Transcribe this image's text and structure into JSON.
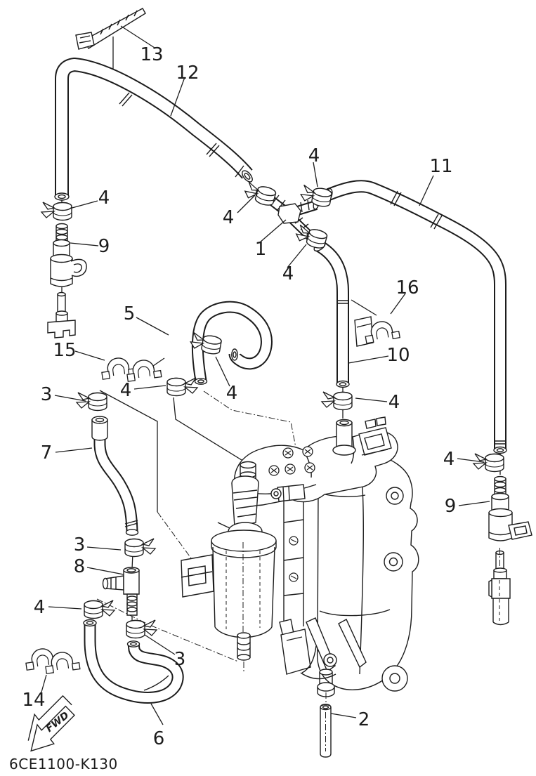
{
  "diagram": {
    "drawing_code": "6CE1100-K130",
    "orientation_label": "FWD",
    "colors": {
      "ink": "#1c1c1c",
      "background": "#ffffff"
    }
  },
  "callouts": [
    {
      "text": "13"
    },
    {
      "text": "12"
    },
    {
      "text": "4"
    },
    {
      "text": "11"
    },
    {
      "text": "4"
    },
    {
      "text": "4"
    },
    {
      "text": "9"
    },
    {
      "text": "1"
    },
    {
      "text": "4"
    },
    {
      "text": "16"
    },
    {
      "text": "5"
    },
    {
      "text": "15"
    },
    {
      "text": "10"
    },
    {
      "text": "4"
    },
    {
      "text": "4"
    },
    {
      "text": "3"
    },
    {
      "text": "4"
    },
    {
      "text": "7"
    },
    {
      "text": "4"
    },
    {
      "text": "9"
    },
    {
      "text": "3"
    },
    {
      "text": "8"
    },
    {
      "text": "4"
    },
    {
      "text": "3"
    },
    {
      "text": "14"
    },
    {
      "text": "6"
    },
    {
      "text": "2"
    }
  ]
}
